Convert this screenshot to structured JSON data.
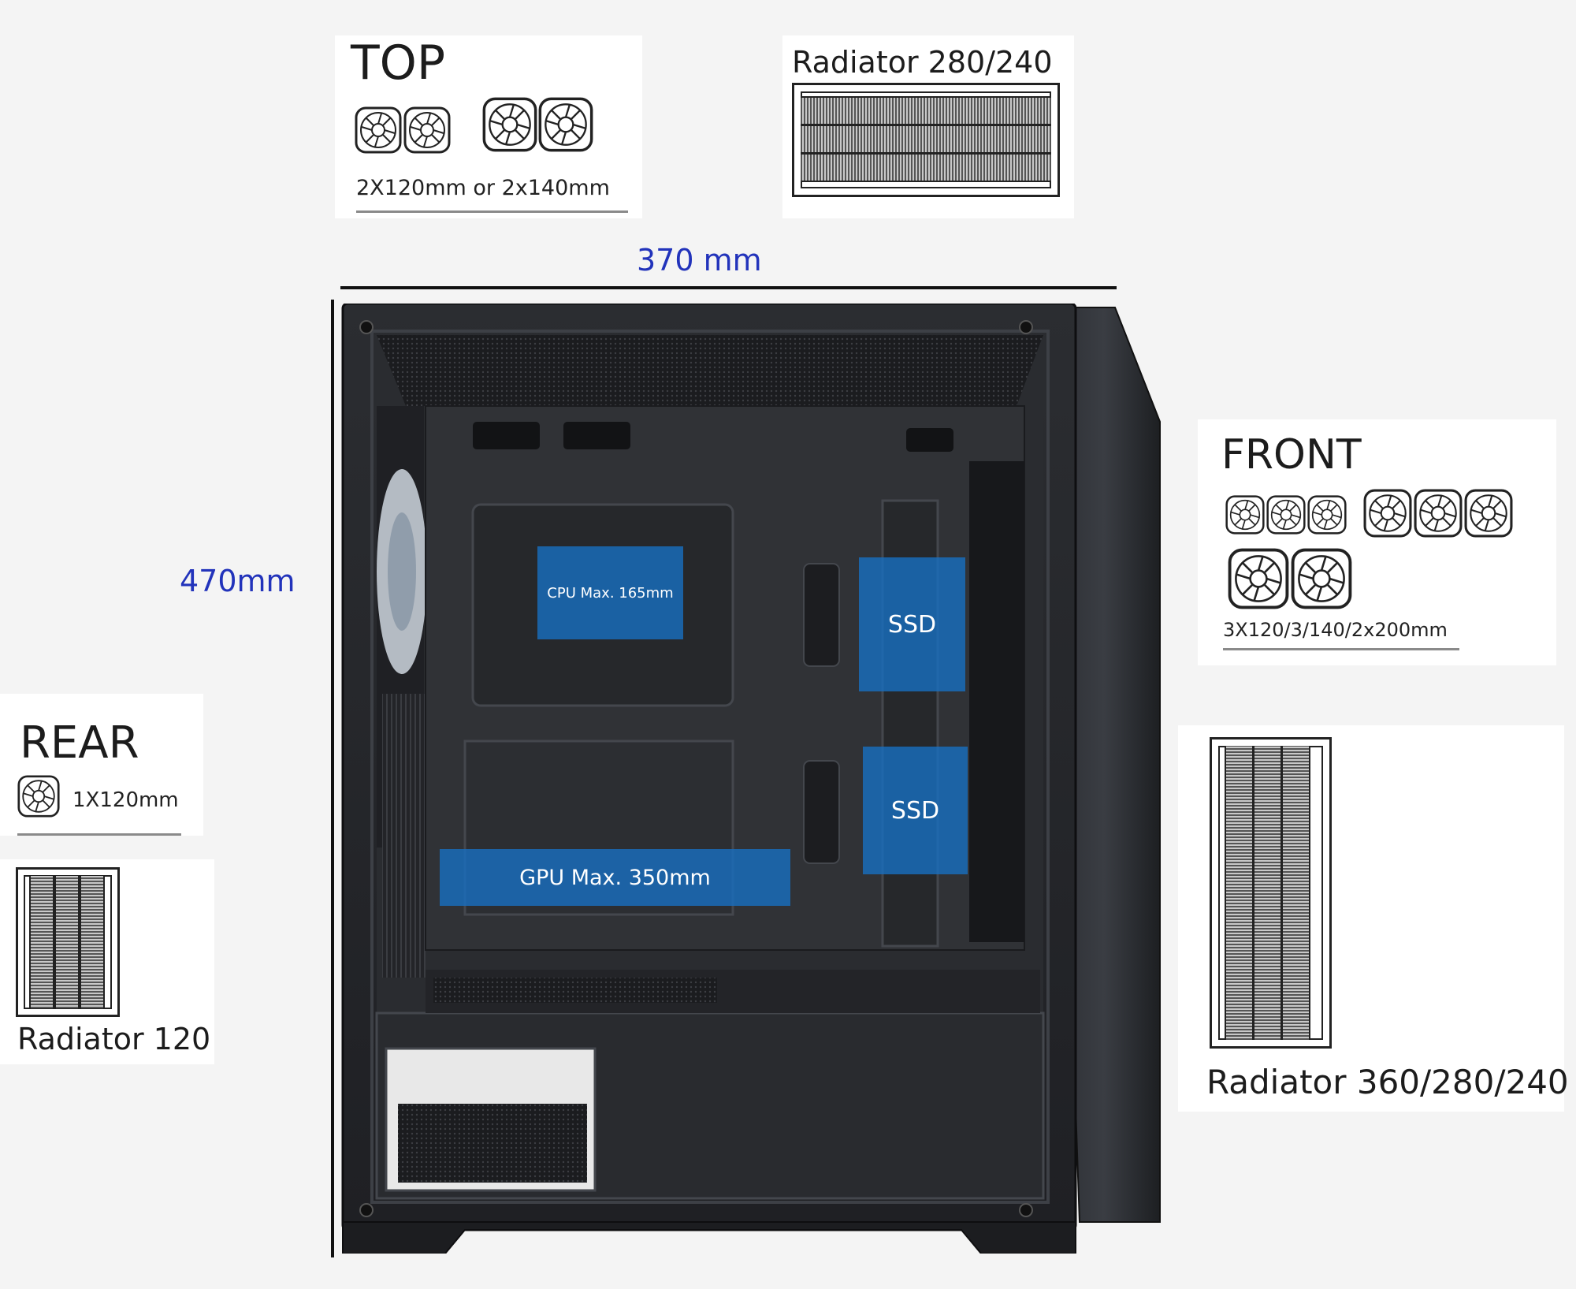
{
  "top": {
    "title": "TOP",
    "spec": "2X120mm or 2x140mm"
  },
  "top_radiator": {
    "label": "Radiator 280/240"
  },
  "front": {
    "title": "FRONT",
    "spec": "3X120/3/140/2x200mm"
  },
  "front_radiator": {
    "label": "Radiator 360/280/240"
  },
  "rear": {
    "title": "REAR",
    "spec": "1X120mm"
  },
  "rear_radiator": {
    "label": "Radiator 120"
  },
  "dimensions": {
    "width": "370 mm",
    "height": "470mm"
  },
  "labels": {
    "cpu": "CPU Max. 165mm",
    "gpu": "GPU Max. 350mm",
    "ssd_1": "SSD",
    "ssd_2": "SSD"
  },
  "colors": {
    "dimension_text": "#2233bb",
    "label_blue": "#186ebe",
    "case_body": "#222428"
  },
  "icons": [
    "fan-icon",
    "radiator-icon"
  ]
}
